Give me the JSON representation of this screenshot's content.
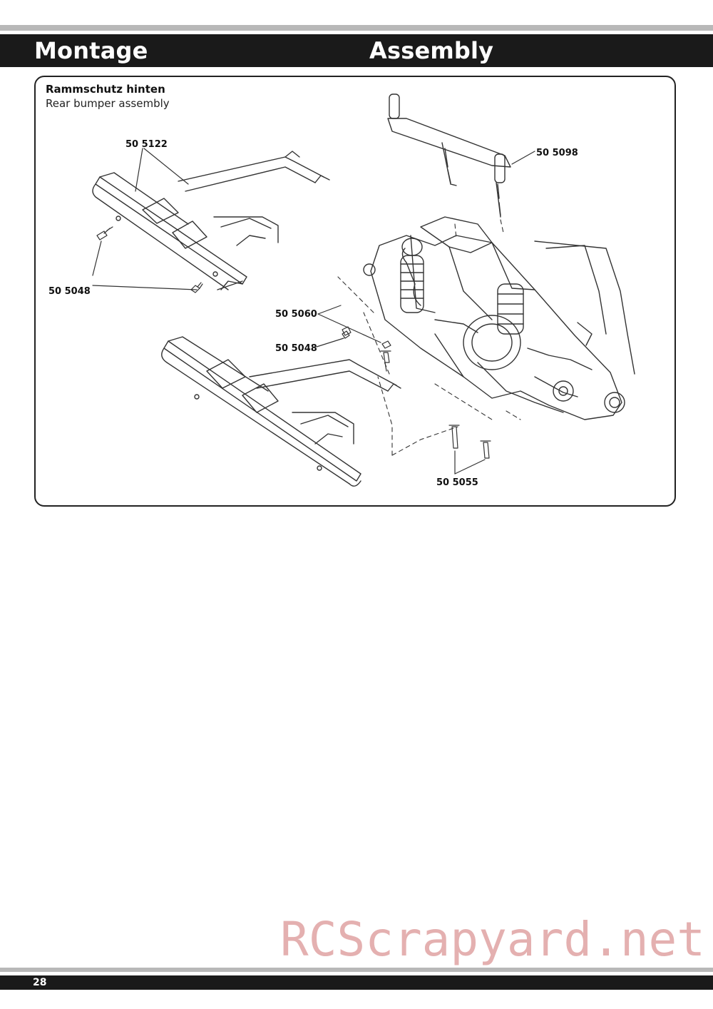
{
  "header": {
    "title_de": "Montage",
    "title_en": "Assembly"
  },
  "panel": {
    "title_de": "Rammschutz hinten",
    "title_en": "Rear bumper assembly"
  },
  "part_labels": {
    "p5122": "50 5122",
    "p5098": "50 5098",
    "p5048_top": "50 5048",
    "p5060": "50 5060",
    "p5048_mid": "50 5048",
    "p5055": "50 5055"
  },
  "watermark": "RCScrapyard.net",
  "footer": {
    "page_number": "28"
  },
  "colors": {
    "bar": "#1a1a1a",
    "rule": "#b8b8b8",
    "watermark": "#e2a8a8"
  }
}
